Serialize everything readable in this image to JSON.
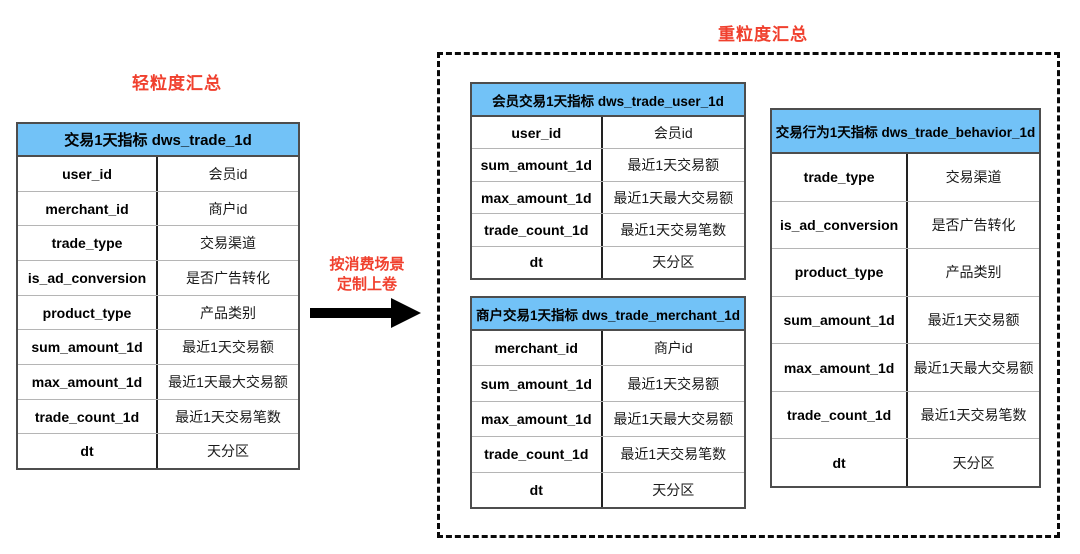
{
  "colors": {
    "table_header_bg": "#72C2F7",
    "accent_red": "#F0402E",
    "arrow_color": "#000000",
    "table_border": "#4d4d4d",
    "row_divider": "#b5b5b5"
  },
  "left_section": {
    "title": "轻粒度汇总",
    "table": {
      "header": "交易1天指标 dws_trade_1d",
      "rows": [
        [
          "user_id",
          "会员id"
        ],
        [
          "merchant_id",
          "商户id"
        ],
        [
          "trade_type",
          "交易渠道"
        ],
        [
          "is_ad_conversion",
          "是否广告转化"
        ],
        [
          "product_type",
          "产品类别"
        ],
        [
          "sum_amount_1d",
          "最近1天交易额"
        ],
        [
          "max_amount_1d",
          "最近1天最大交易额"
        ],
        [
          "trade_count_1d",
          "最近1天交易笔数"
        ],
        [
          "dt",
          "天分区"
        ]
      ]
    }
  },
  "rollup": {
    "label": [
      "按消费场景",
      "定制上卷"
    ]
  },
  "right_section": {
    "title": "重粒度汇总",
    "tables": [
      {
        "header": "会员交易1天指标 dws_trade_user_1d",
        "rows": [
          [
            "user_id",
            "会员id"
          ],
          [
            "sum_amount_1d",
            "最近1天交易额"
          ],
          [
            "max_amount_1d",
            "最近1天最大交易额"
          ],
          [
            "trade_count_1d",
            "最近1天交易笔数"
          ],
          [
            "dt",
            "天分区"
          ]
        ]
      },
      {
        "header": "商户交易1天指标 dws_trade_merchant_1d",
        "rows": [
          [
            "merchant_id",
            "商户id"
          ],
          [
            "sum_amount_1d",
            "最近1天交易额"
          ],
          [
            "max_amount_1d",
            "最近1天最大交易额"
          ],
          [
            "trade_count_1d",
            "最近1天交易笔数"
          ],
          [
            "dt",
            "天分区"
          ]
        ]
      },
      {
        "header": "交易行为1天指标 dws_trade_behavior_1d",
        "rows": [
          [
            "trade_type",
            "交易渠道"
          ],
          [
            "is_ad_conversion",
            "是否广告转化"
          ],
          [
            "product_type",
            "产品类别"
          ],
          [
            "sum_amount_1d",
            "最近1天交易额"
          ],
          [
            "max_amount_1d",
            "最近1天最大交易额"
          ],
          [
            "trade_count_1d",
            "最近1天交易笔数"
          ],
          [
            "dt",
            "天分区"
          ]
        ]
      }
    ]
  }
}
